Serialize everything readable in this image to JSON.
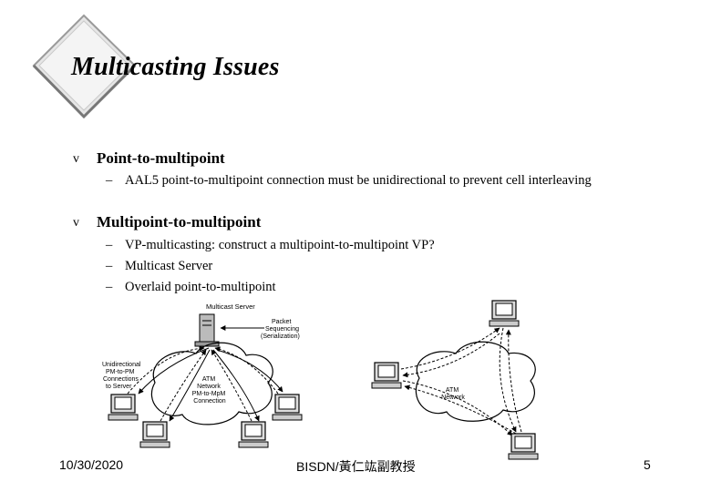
{
  "slide": {
    "title": "Multicasting Issues",
    "bullets": [
      {
        "marker": "v",
        "text": "Point-to-multipoint",
        "subs": [
          {
            "marker": "–",
            "text": "AAL5 point-to-multipoint connection must be unidirectional to prevent cell interleaving"
          }
        ]
      },
      {
        "marker": "v",
        "text": "Multipoint-to-multipoint",
        "subs": [
          {
            "marker": "–",
            "text": "VP-multicasting: construct a multipoint-to-multipoint VP?"
          },
          {
            "marker": "–",
            "text": "Multicast Server"
          },
          {
            "marker": "–",
            "text": "Overlaid point-to-multipoint"
          }
        ]
      }
    ]
  },
  "figure_left": {
    "server_label": "Multicast Server",
    "packet_label": [
      "Packet",
      "Sequencing",
      "(Serialization)"
    ],
    "unidir_label": [
      "Unidirectional",
      "PM-to-PM",
      "Connections",
      "to Server"
    ],
    "cloud_label": [
      "ATM",
      "Network",
      "PM-to-MpM",
      "Connection"
    ]
  },
  "figure_right": {
    "cloud_label": [
      "ATM",
      "Network"
    ]
  },
  "footer": {
    "date": "10/30/2020",
    "center": "BISDN/黃仁竑副教授",
    "page": "5"
  }
}
